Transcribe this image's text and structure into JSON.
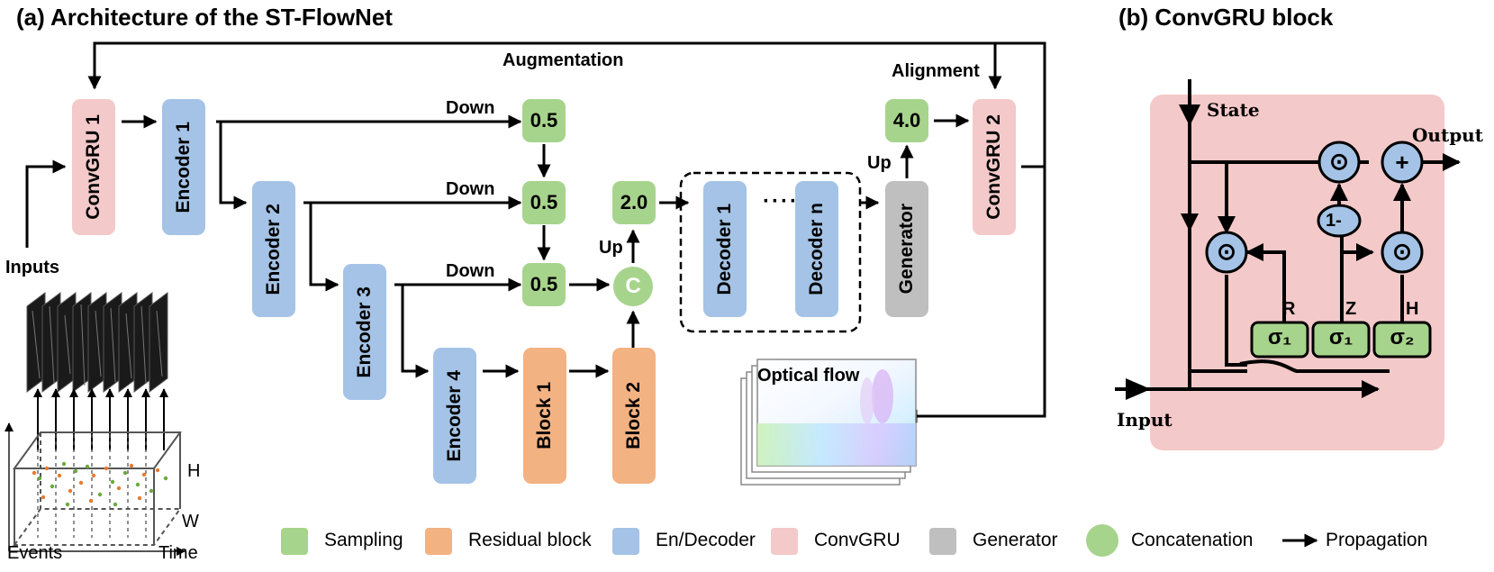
{
  "titles": {
    "a": "(a) Architecture of the ST-FlowNet",
    "b": "(b) ConvGRU block"
  },
  "labels": {
    "augmentation": "Augmentation",
    "alignment": "Alignment",
    "inputs": "Inputs",
    "down1": "Down",
    "down2": "Down",
    "down3": "Down",
    "up1": "Up",
    "up2": "Up",
    "optical_flow": "Optical flow",
    "events": "Events",
    "time": "Time",
    "h": "H",
    "w": "W",
    "dots": "····"
  },
  "blocks": {
    "convgru1": "ConvGRU 1",
    "convgru2": "ConvGRU 2",
    "encoder1": "Encoder 1",
    "encoder2": "Encoder 2",
    "encoder3": "Encoder 3",
    "encoder4": "Encoder 4",
    "block1": "Block 1",
    "block2": "Block 2",
    "decoder1": "Decoder 1",
    "decodern": "Decoder n",
    "generator": "Generator",
    "s1": "0.5",
    "s2": "0.5",
    "s3": "0.5",
    "s4": "2.0",
    "s5": "4.0",
    "concat": "C"
  },
  "gru": {
    "state": "State",
    "output": "Output",
    "input": "Input",
    "r": "R",
    "z": "Z",
    "h": "H",
    "sig1a": "σ₁",
    "sig1b": "σ₁",
    "sig2": "σ₂",
    "one_minus": "1-",
    "dot": "⊙",
    "plus": "+"
  },
  "legend": [
    {
      "label": "Sampling",
      "color": "#a7d48c"
    },
    {
      "label": "Residual block",
      "color": "#f2b282"
    },
    {
      "label": "En/Decoder",
      "color": "#a4c3e6"
    },
    {
      "label": "ConvGRU",
      "color": "#f4c9c9"
    },
    {
      "label": "Generator",
      "color": "#bfbfbf"
    },
    {
      "label": "Concatenation",
      "color": "#a7d48c"
    },
    {
      "label": "Propagation",
      "color": "#000000"
    }
  ]
}
